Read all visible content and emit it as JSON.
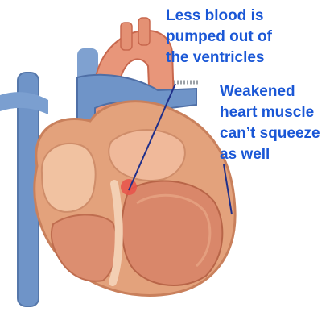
{
  "callouts": {
    "reduced_output": {
      "lines": [
        "Less blood is",
        "pumped out of",
        "the ventricles"
      ]
    },
    "weakened_muscle": {
      "lines": [
        "Weakened",
        "heart muscle",
        "can’t squeeze",
        "as well"
      ]
    }
  },
  "colors": {
    "label_text": "#1a57d6",
    "pointer_line": "#1f2f8a",
    "vein_blue": "#6f94c8",
    "muscle_outer": "#e3a27c",
    "muscle_inner": "#f1c2a1",
    "chamber": "#d9876a"
  }
}
